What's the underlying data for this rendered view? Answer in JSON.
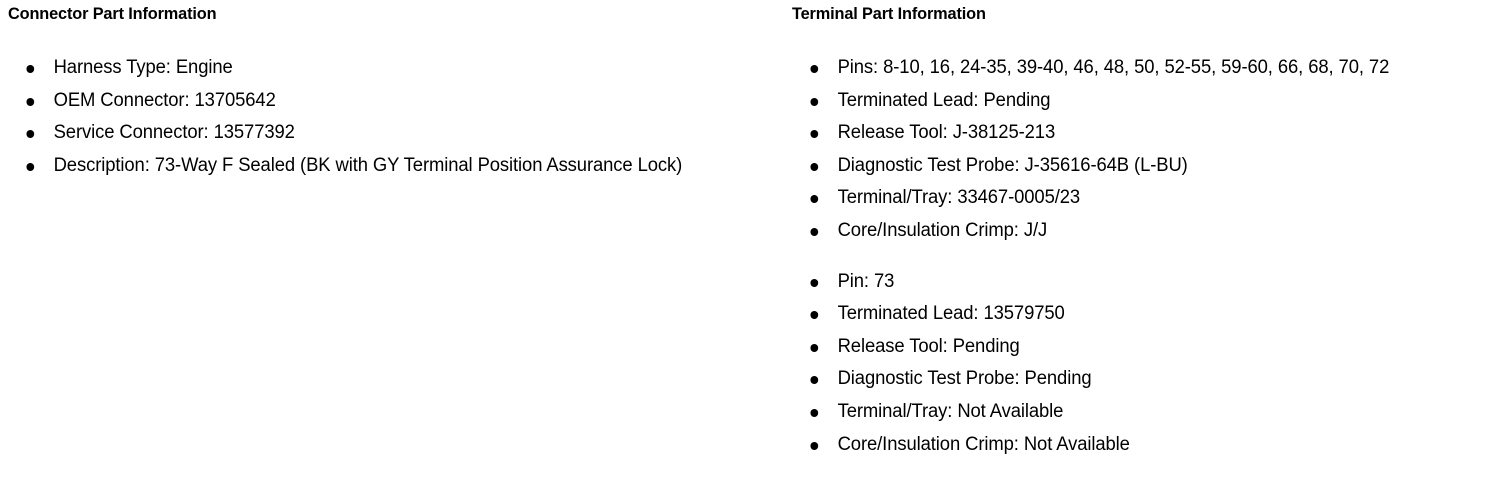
{
  "document": {
    "background_color": "#ffffff",
    "text_color": "#000000"
  },
  "connector_section": {
    "heading": "Connector Part Information",
    "items": [
      {
        "label": "Harness Type",
        "value": "Engine",
        "text": "Harness Type: Engine"
      },
      {
        "label": "OEM Connector",
        "value": "13705642",
        "text": "OEM Connector: 13705642"
      },
      {
        "label": "Service Connector",
        "value": "13577392",
        "text": "Service Connector: 13577392"
      },
      {
        "label": "Description",
        "value": "73-Way F Sealed (BK with GY Terminal Position Assurance Lock)",
        "text": "Description: 73-Way F Sealed (BK with GY Terminal Position Assurance Lock)"
      }
    ]
  },
  "terminal_section": {
    "heading": "Terminal Part Information",
    "group_one": [
      {
        "label": "Pins",
        "value": "8-10, 16, 24-35, 39-40, 46, 48, 50, 52-55, 59-60, 66, 68, 70, 72",
        "text": "Pins: 8-10, 16, 24-35, 39-40, 46, 48, 50, 52-55, 59-60, 66, 68, 70, 72"
      },
      {
        "label": "Terminated Lead",
        "value": "Pending",
        "text": "Terminated Lead: Pending"
      },
      {
        "label": "Release Tool",
        "value": "J-38125-213",
        "text": "Release Tool: J-38125-213"
      },
      {
        "label": "Diagnostic Test Probe",
        "value": "J-35616-64B (L-BU)",
        "text": "Diagnostic Test Probe: J-35616-64B (L-BU)"
      },
      {
        "label": "Terminal/Tray",
        "value": "33467-0005/23",
        "text": "Terminal/Tray: 33467-0005/23"
      },
      {
        "label": "Core/Insulation Crimp",
        "value": "J/J",
        "text": "Core/Insulation Crimp: J/J"
      }
    ],
    "group_two": [
      {
        "label": "Pin",
        "value": "73",
        "text": "Pin: 73"
      },
      {
        "label": "Terminated Lead",
        "value": "13579750",
        "text": "Terminated Lead: 13579750"
      },
      {
        "label": "Release Tool",
        "value": "Pending",
        "text": "Release Tool: Pending"
      },
      {
        "label": "Diagnostic Test Probe",
        "value": "Pending",
        "text": "Diagnostic Test Probe: Pending"
      },
      {
        "label": "Terminal/Tray",
        "value": "Not Available",
        "text": "Terminal/Tray: Not Available"
      },
      {
        "label": "Core/Insulation Crimp",
        "value": "Not Available",
        "text": "Core/Insulation Crimp: Not Available"
      }
    ]
  }
}
